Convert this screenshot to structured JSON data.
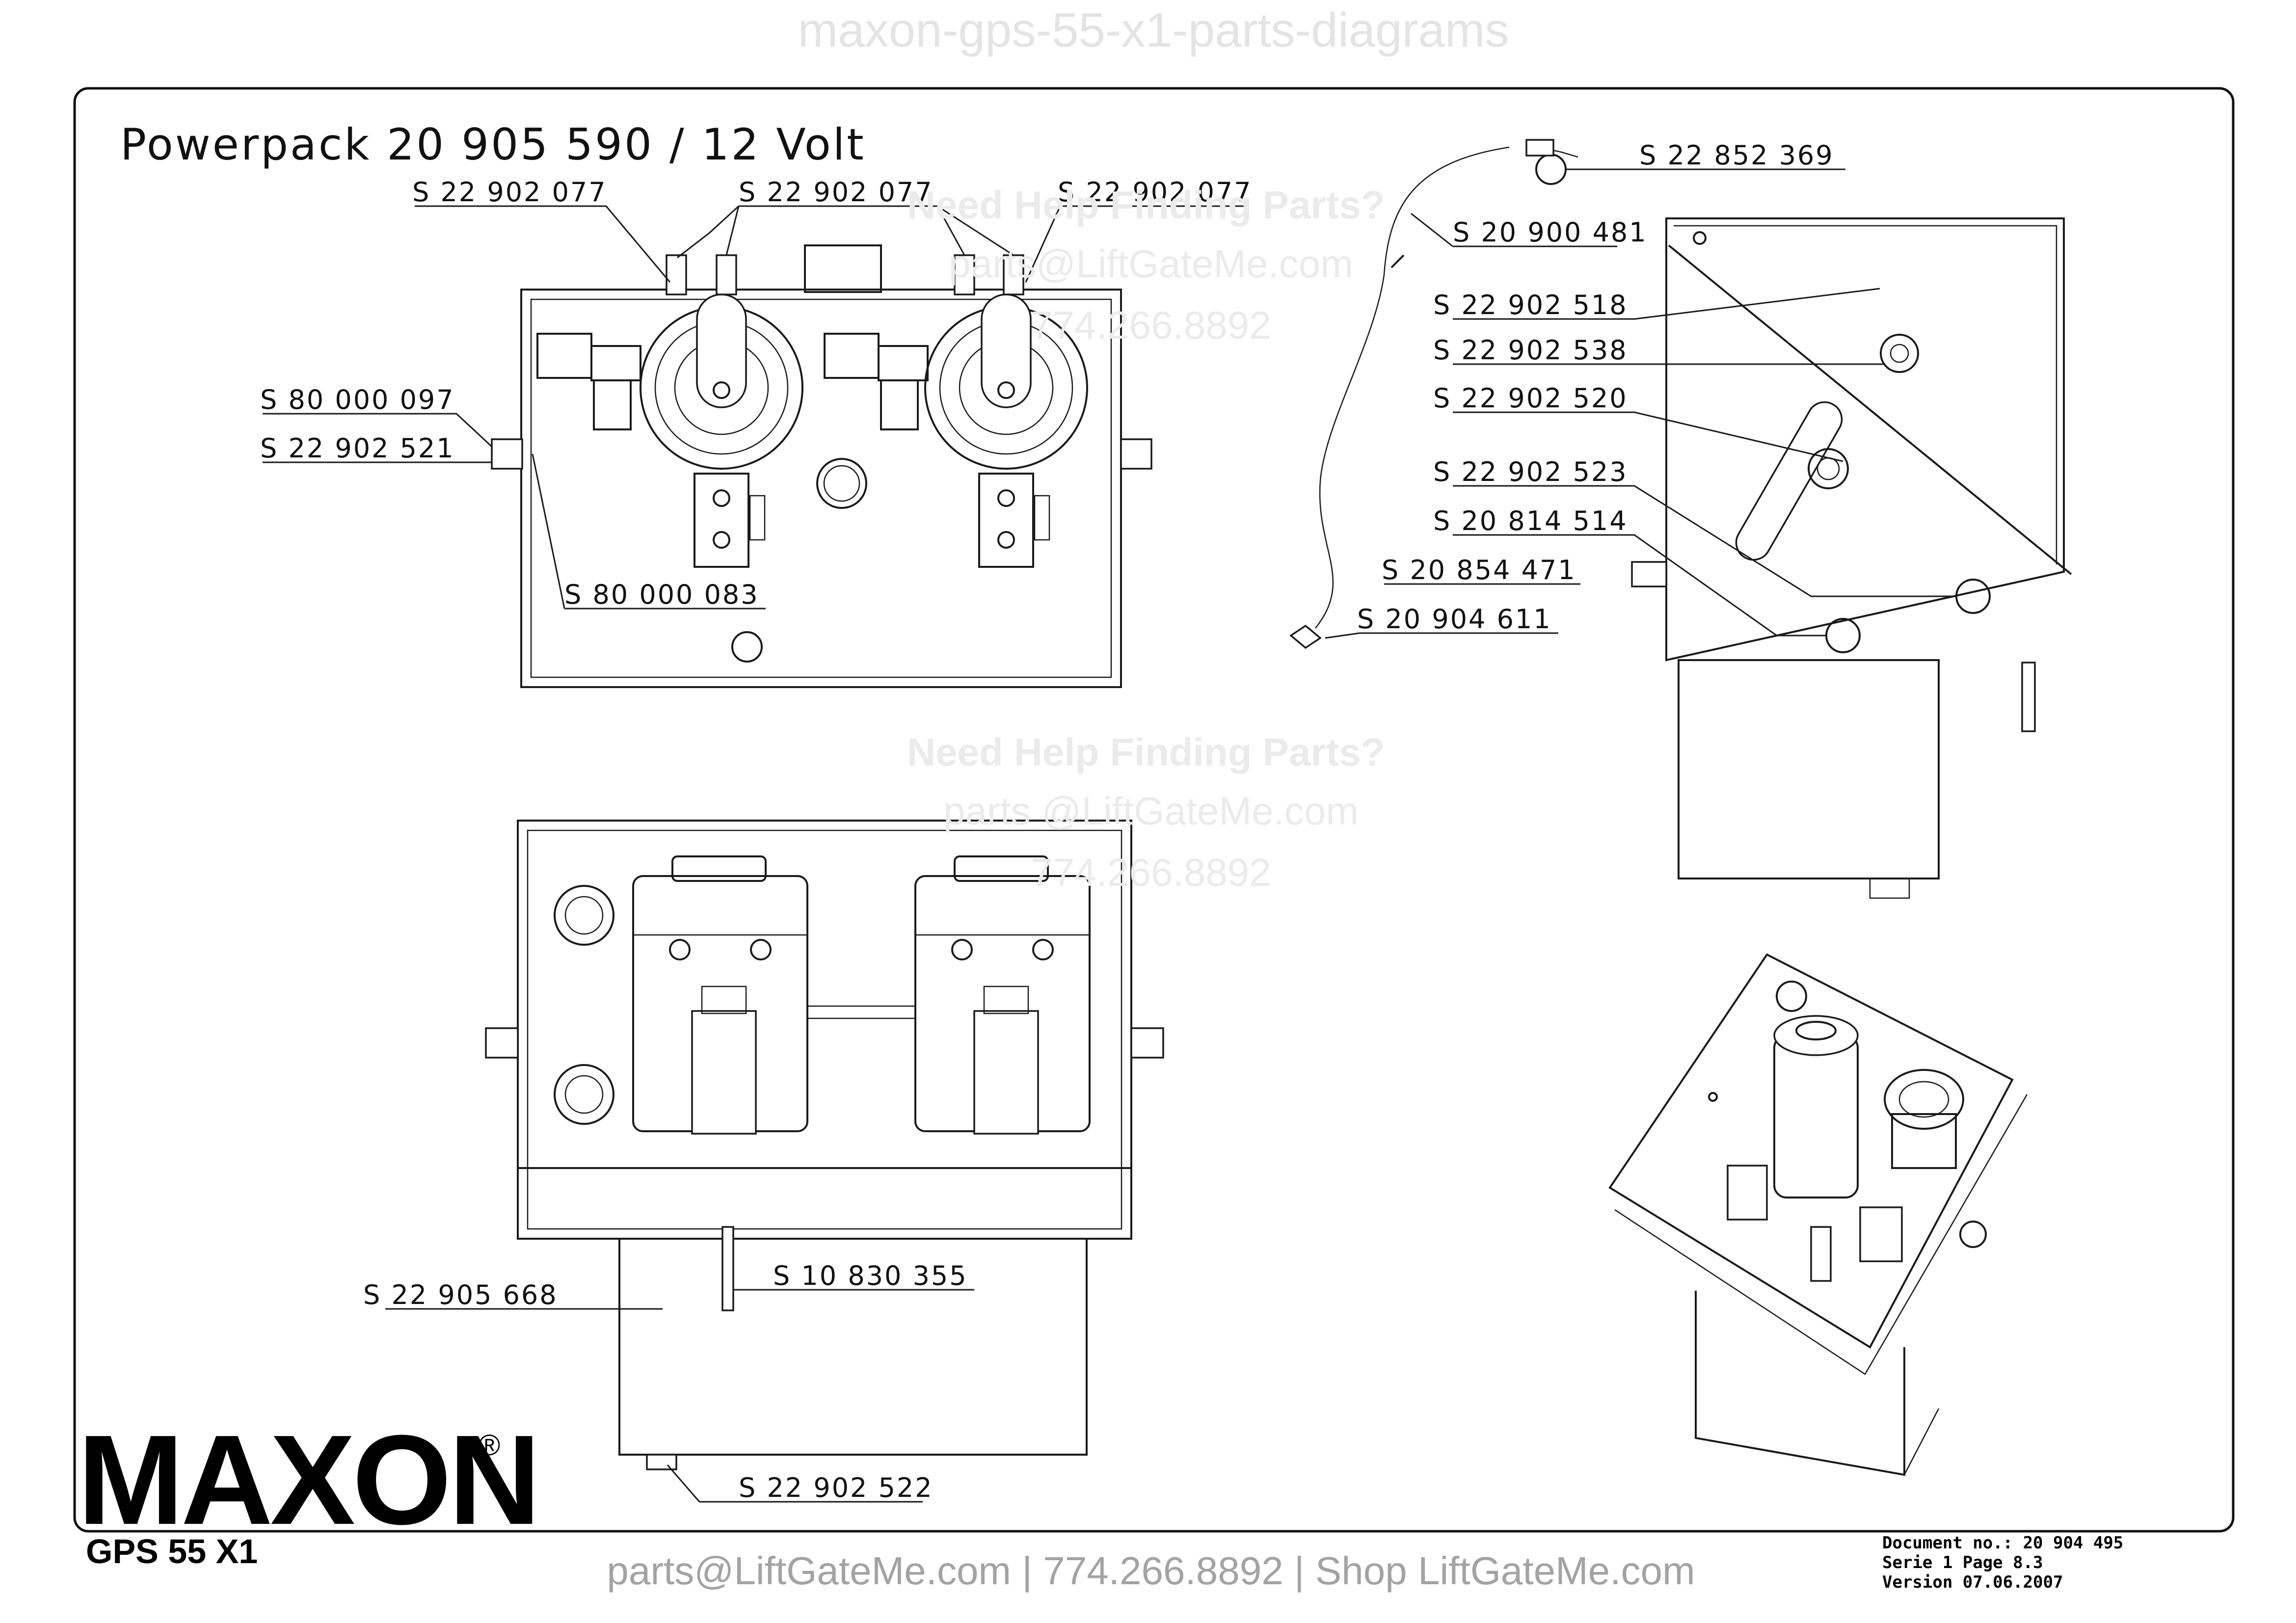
{
  "watermark": {
    "top": "maxon-gps-55-x1-parts-diagrams",
    "help_line_1": "Need Help Finding Parts?",
    "email_line_1": "parts@LiftGateMe.com",
    "phone_line_1": "774.266.8892",
    "help_line_2": "Need Help Finding Parts?",
    "email_line_2": "parts @LiftGateMe.com",
    "phone_line_2": "774.266.8892"
  },
  "diagram": {
    "title": "Powerpack 20 905 590 / 12 Volt",
    "parts": [
      {
        "prefix": "S",
        "number": "22 902 077"
      },
      {
        "prefix": "S",
        "number": "22 902 077"
      },
      {
        "prefix": "S",
        "number": "22 902 077"
      },
      {
        "prefix": "S",
        "number": "80 000 097"
      },
      {
        "prefix": "S",
        "number": "22 902 521"
      },
      {
        "prefix": "S",
        "number": "80 000 083"
      },
      {
        "prefix": "S",
        "number": "22 852 369"
      },
      {
        "prefix": "S",
        "number": "20 900 481"
      },
      {
        "prefix": "S",
        "number": "22 902 518"
      },
      {
        "prefix": "S",
        "number": "22 902 538"
      },
      {
        "prefix": "S",
        "number": "22 902 520"
      },
      {
        "prefix": "S",
        "number": "22 902 523"
      },
      {
        "prefix": "S",
        "number": "20 814 514"
      },
      {
        "prefix": "S",
        "number": "20 854 471"
      },
      {
        "prefix": "S",
        "number": "20 904 611"
      },
      {
        "prefix": "S",
        "number": "10 830 355"
      },
      {
        "prefix": "S",
        "number": "22 905 668"
      },
      {
        "prefix": "S",
        "number": "22 902 522"
      }
    ]
  },
  "branding": {
    "logo": "MAXON",
    "registered": "®",
    "model": "GPS 55 X1"
  },
  "document": {
    "number_line": "Document no.:  20 904 495",
    "page_line": "Serie 1  Page 8.3",
    "version_line": "Version  07.06.2007"
  },
  "footer": {
    "text": "parts@LiftGateMe.com | 774.266.8892 | Shop LiftGateMe.com"
  }
}
